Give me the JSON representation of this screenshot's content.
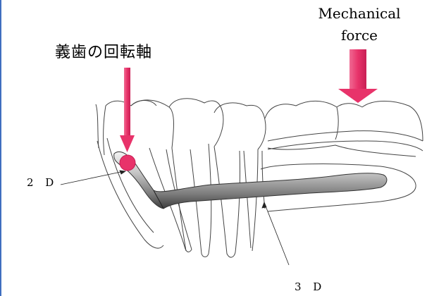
{
  "labels": {
    "rotation_axis": "義歯の回転軸",
    "force_line1": "Mechanical",
    "force_line2": "force",
    "label_2d": "2 D",
    "label_3d": "3 D"
  },
  "colors": {
    "arrow": "#e8336a",
    "rotation_point": "#e8336a",
    "outline": "#444444"
  }
}
